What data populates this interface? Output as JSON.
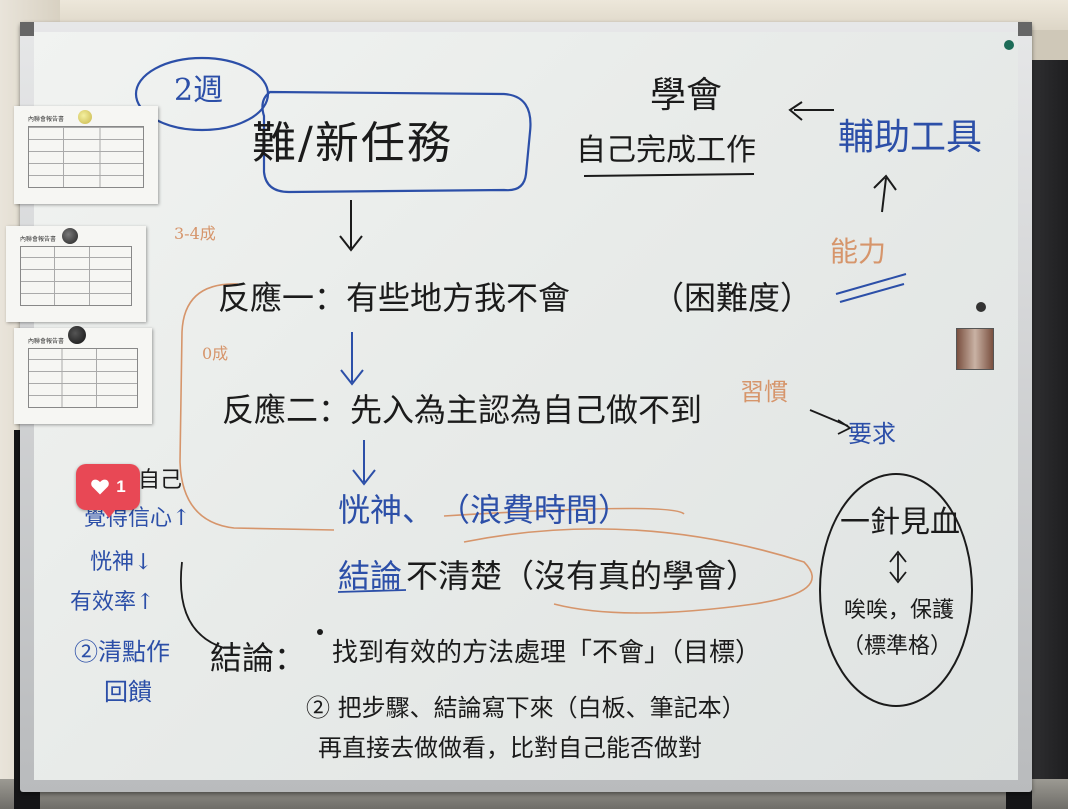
{
  "whiteboard": {
    "corner_tag": "2週",
    "title": "難/新任務",
    "learn_label": "學會",
    "learn_sub": "自己完成工作",
    "tools_label": "輔助工具",
    "ability_label": "能力",
    "step1_label": "反應一：有些地方我不會",
    "step1_note": "（困難度）",
    "step1_side": "3-4成",
    "step2_label": "反應二：先入為主認為自己做不到",
    "step2_side": "0成",
    "step3_a": "恍神、",
    "step3_b": "（浪費時間）",
    "step4_a": "結論",
    "step4_b": "不清楚（沒有真的學會）",
    "habit_label": "習慣",
    "require_label": "要求",
    "circle_title": "一針見血",
    "circle_line1": "唉唉，保護",
    "circle_line2": "（標準格）",
    "left_line1": "自己",
    "left_line2": "覺得信心↑",
    "left_line3": "恍神↓",
    "left_line4": "有效率↑",
    "left_line5": "②清點作",
    "left_line6": "回饋",
    "conclusion_label": "結論：",
    "conclusion_1": "找到有效的方法處理「不會」（目標）",
    "conclusion_2": "② 把步驟、結論寫下來（白板、筆記本）",
    "conclusion_3": "再直接去做做看，比對自己能否做對"
  },
  "notes": [
    {
      "title": "內聯會報告書"
    },
    {
      "title": "內聯會報告書"
    },
    {
      "title": "內聯會報告書"
    }
  ],
  "social": {
    "like_count": "1",
    "like_icon": "heart-icon"
  },
  "colors": {
    "black_marker": "#1b1b1b",
    "blue_marker": "#2c4fa8",
    "orange_marker": "#d6956b",
    "like_badge": "#e84855"
  }
}
